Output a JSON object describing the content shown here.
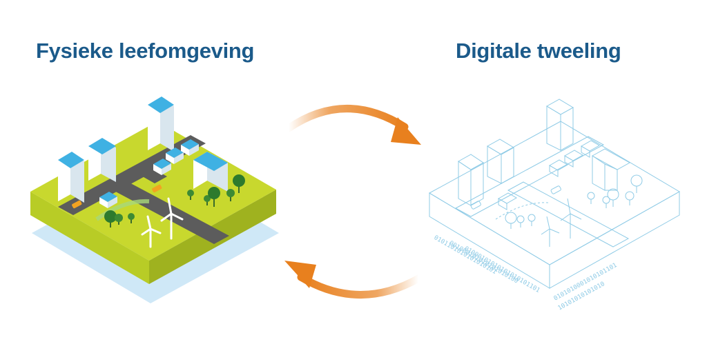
{
  "titles": {
    "left": "Fysieke leefomgeving",
    "right": "Digitale tweeling"
  },
  "binary_rows": [
    "0101101010101010101",
    "001000101010101010100",
    "01000101010101010101101",
    "0101010001010101101",
    "10101010101010"
  ],
  "colors": {
    "title": "#1b5a8a",
    "arrow": "#e8801e",
    "ground": "#c8d82e",
    "soil": "#9fb21f",
    "road": "#5c5c5c",
    "roof": "#3fb1e3",
    "wireframe": "#8fcbe6"
  },
  "icons": [
    "arrow-right-icon",
    "arrow-left-icon",
    "wind-turbine-icon",
    "tree-icon",
    "car-icon",
    "building-icon"
  ]
}
